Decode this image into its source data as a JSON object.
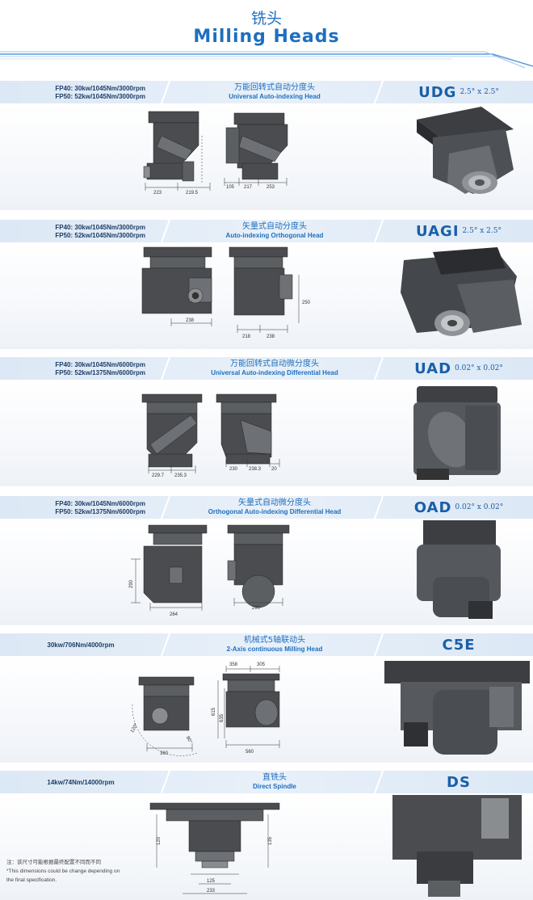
{
  "header": {
    "title_cn": "铣头",
    "title_en": "Milling Heads"
  },
  "sections": [
    {
      "spec1": "FP40: 30kw/1045Nm/3000rpm",
      "spec2": "FP50: 52kw/1045Nm/3000rpm",
      "name_cn": "万能回转式自动分度头",
      "name_en": "Universal Auto-indexing Head",
      "model": "UDG",
      "angle": "2.5° x 2.5°",
      "dims": [
        "223",
        "219.5",
        "105",
        "217",
        "253"
      ]
    },
    {
      "spec1": "FP40: 30kw/1045Nm/3000rpm",
      "spec2": "FP50: 52kw/1045Nm/3000rpm",
      "name_cn": "矢量式自动分度头",
      "name_en": "Auto-indexing Orthogonal Head",
      "model": "UAGI",
      "angle": "2.5° x 2.5°",
      "dims": [
        "238",
        "218",
        "238",
        "250"
      ]
    },
    {
      "spec1": "FP40: 30kw/1045Nm/6000rpm",
      "spec2": "FP50: 52kw/1375Nm/6000rpm",
      "name_cn": "万能回转式自动微分度头",
      "name_en": "Universal Auto-indexing Differential Head",
      "model": "UAD",
      "angle": "0.02° x 0.02°",
      "dims": [
        "229.7",
        "235.3",
        "230",
        "238.3",
        "20"
      ]
    },
    {
      "spec1": "FP40: 30kw/1045Nm/6000rpm",
      "spec2": "FP50: 52kw/1375Nm/6000rpm",
      "name_cn": "矢量式自动微分度头",
      "name_en": "Orthogonal Auto-indexing Differential Head",
      "model": "OAD",
      "angle": "0.02° x 0.02°",
      "dims": [
        "290",
        "264",
        "290"
      ]
    },
    {
      "spec1": "30kw/706Nm/4000rpm",
      "name_cn": "机械式5轴联动头",
      "name_en": "2-Axis continuous Milling Head",
      "model": "C5E",
      "dims": [
        "120°",
        "80°",
        "360",
        "358",
        "305",
        "615",
        "635",
        "560"
      ]
    },
    {
      "spec1": "14kw/74Nm/14000rpm",
      "name_cn": "直铣头",
      "name_en": "Direct Spindle",
      "model": "DS",
      "dims": [
        "120",
        "135",
        "125",
        "233"
      ]
    }
  ],
  "footnote": {
    "cn": "注：该尺寸可能根据最终配置不同而不同",
    "en1": "*This dimensions could be change depending on",
    "en2": "the final specification."
  },
  "colors": {
    "brand_blue": "#1e6fbf",
    "band": "#dce8f5",
    "machine": "#3b3d40"
  }
}
